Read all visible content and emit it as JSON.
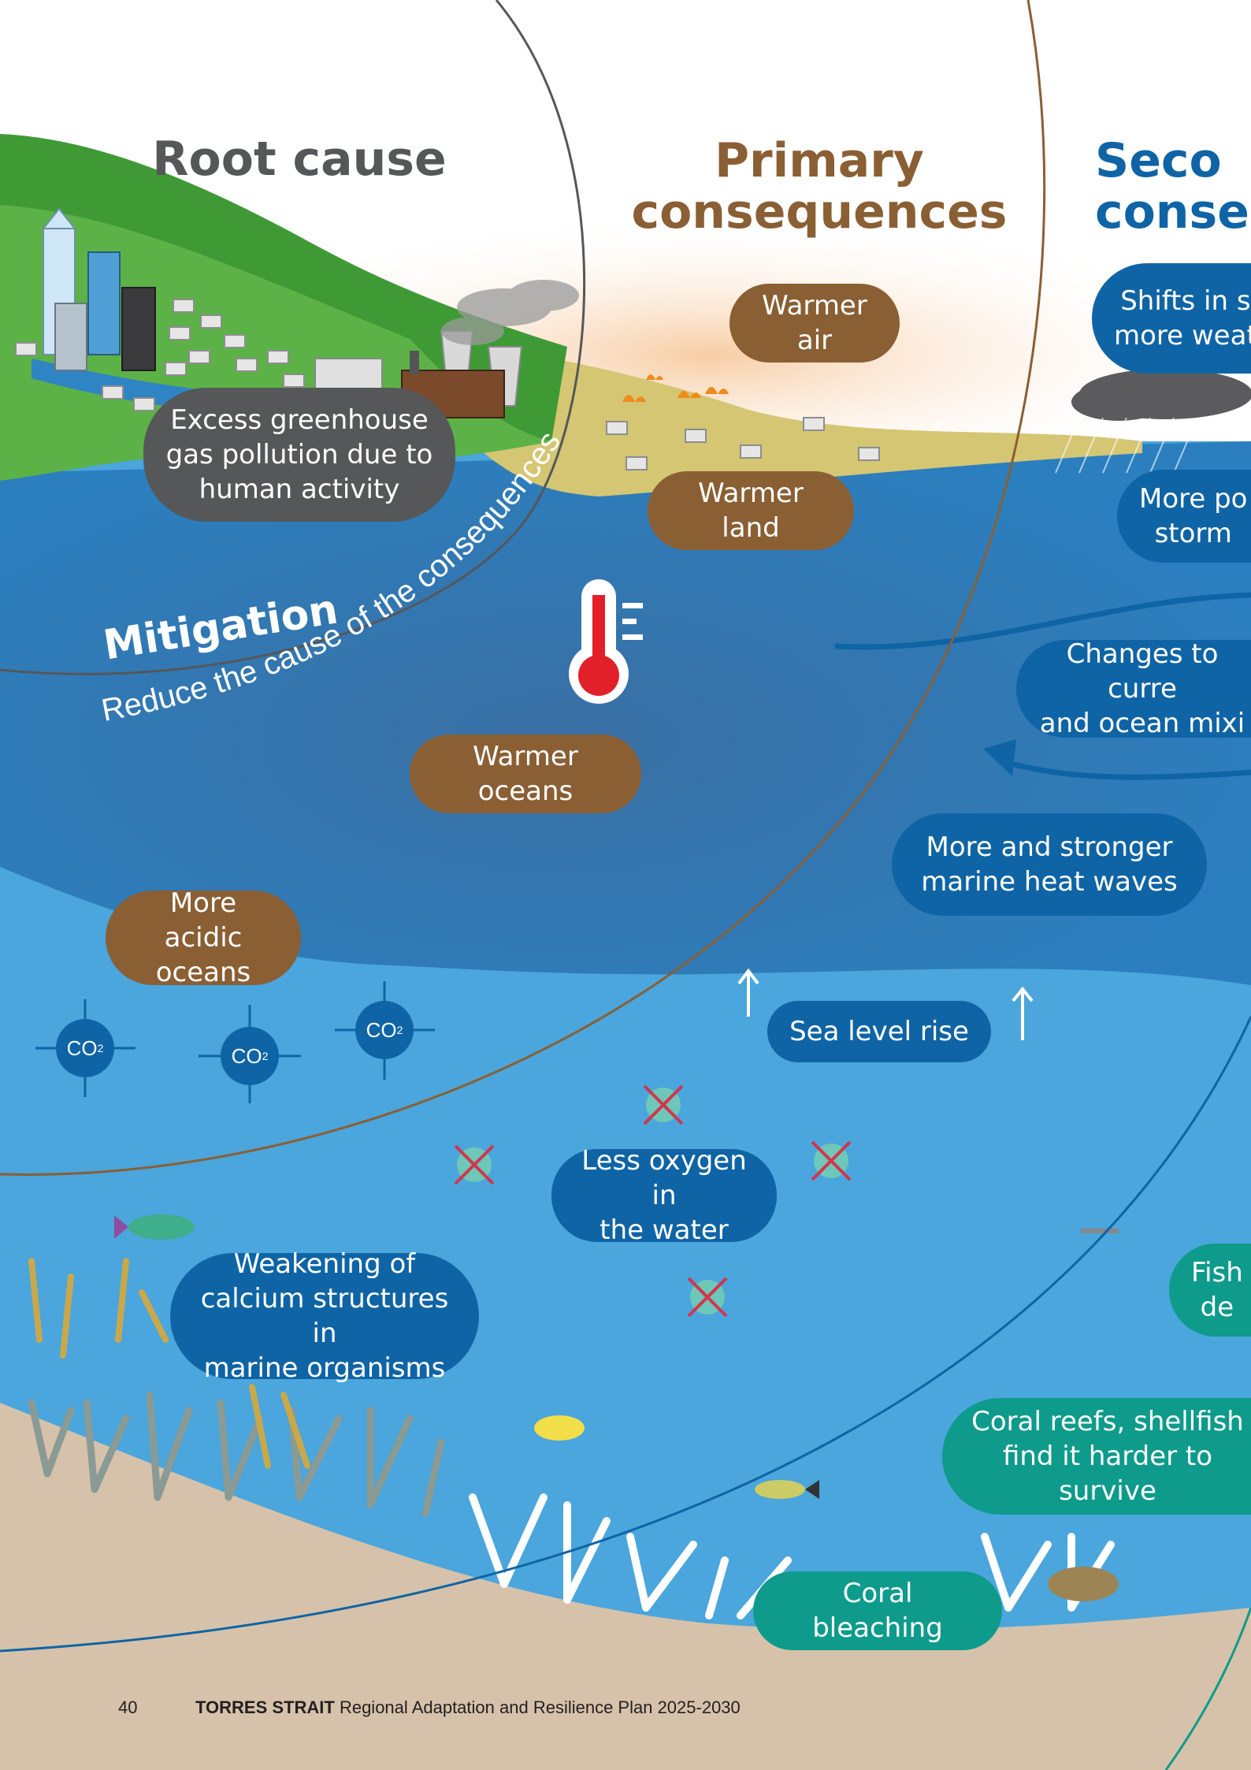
{
  "headings": {
    "root_cause": "Root cause",
    "primary": "Primary\nconsequences",
    "secondary": "Seco\nconseq"
  },
  "mitigation": {
    "title": "Mitigation",
    "subtitle": "Reduce the cause of the consequences"
  },
  "labels": {
    "excess_ghg": "Excess greenhouse\ngas pollution due to\nhuman activity",
    "warmer_air": "Warmer air",
    "warmer_land": "Warmer land",
    "warmer_oceans": "Warmer oceans",
    "more_acidic": "More acidic\noceans",
    "sea_level": "Sea level rise",
    "less_oxygen": "Less oxygen in\nthe water",
    "heat_waves": "More and stronger\nmarine heat waves",
    "weakening": "Weakening of\ncalcium structures in\nmarine organisms",
    "shifts": "Shifts in s\nmore weat",
    "storms": "More po\nstorm",
    "currents": "Changes to curre\nand ocean mixi",
    "fish": "Fish\nde",
    "coral_reefs": "Coral reefs, shellfish\nfind it harder to survive",
    "coral_bleaching": "Coral bleaching"
  },
  "co2": {
    "text": "CO",
    "sub": "2"
  },
  "footer": {
    "page_number": "40",
    "brand": "TORRES STRAIT",
    "doc_title": "Regional Adaptation and Resilience Plan 2025-2030"
  },
  "colors": {
    "root_cause": "#555759",
    "primary": "#8a5f34",
    "secondary": "#0f64a5",
    "ocean_deep": "#2a78b8",
    "ocean_light": "#4aa6dc",
    "sand": "#d6c2aa",
    "land_green": "#3f9a35",
    "land_yellow": "#d4c673"
  }
}
